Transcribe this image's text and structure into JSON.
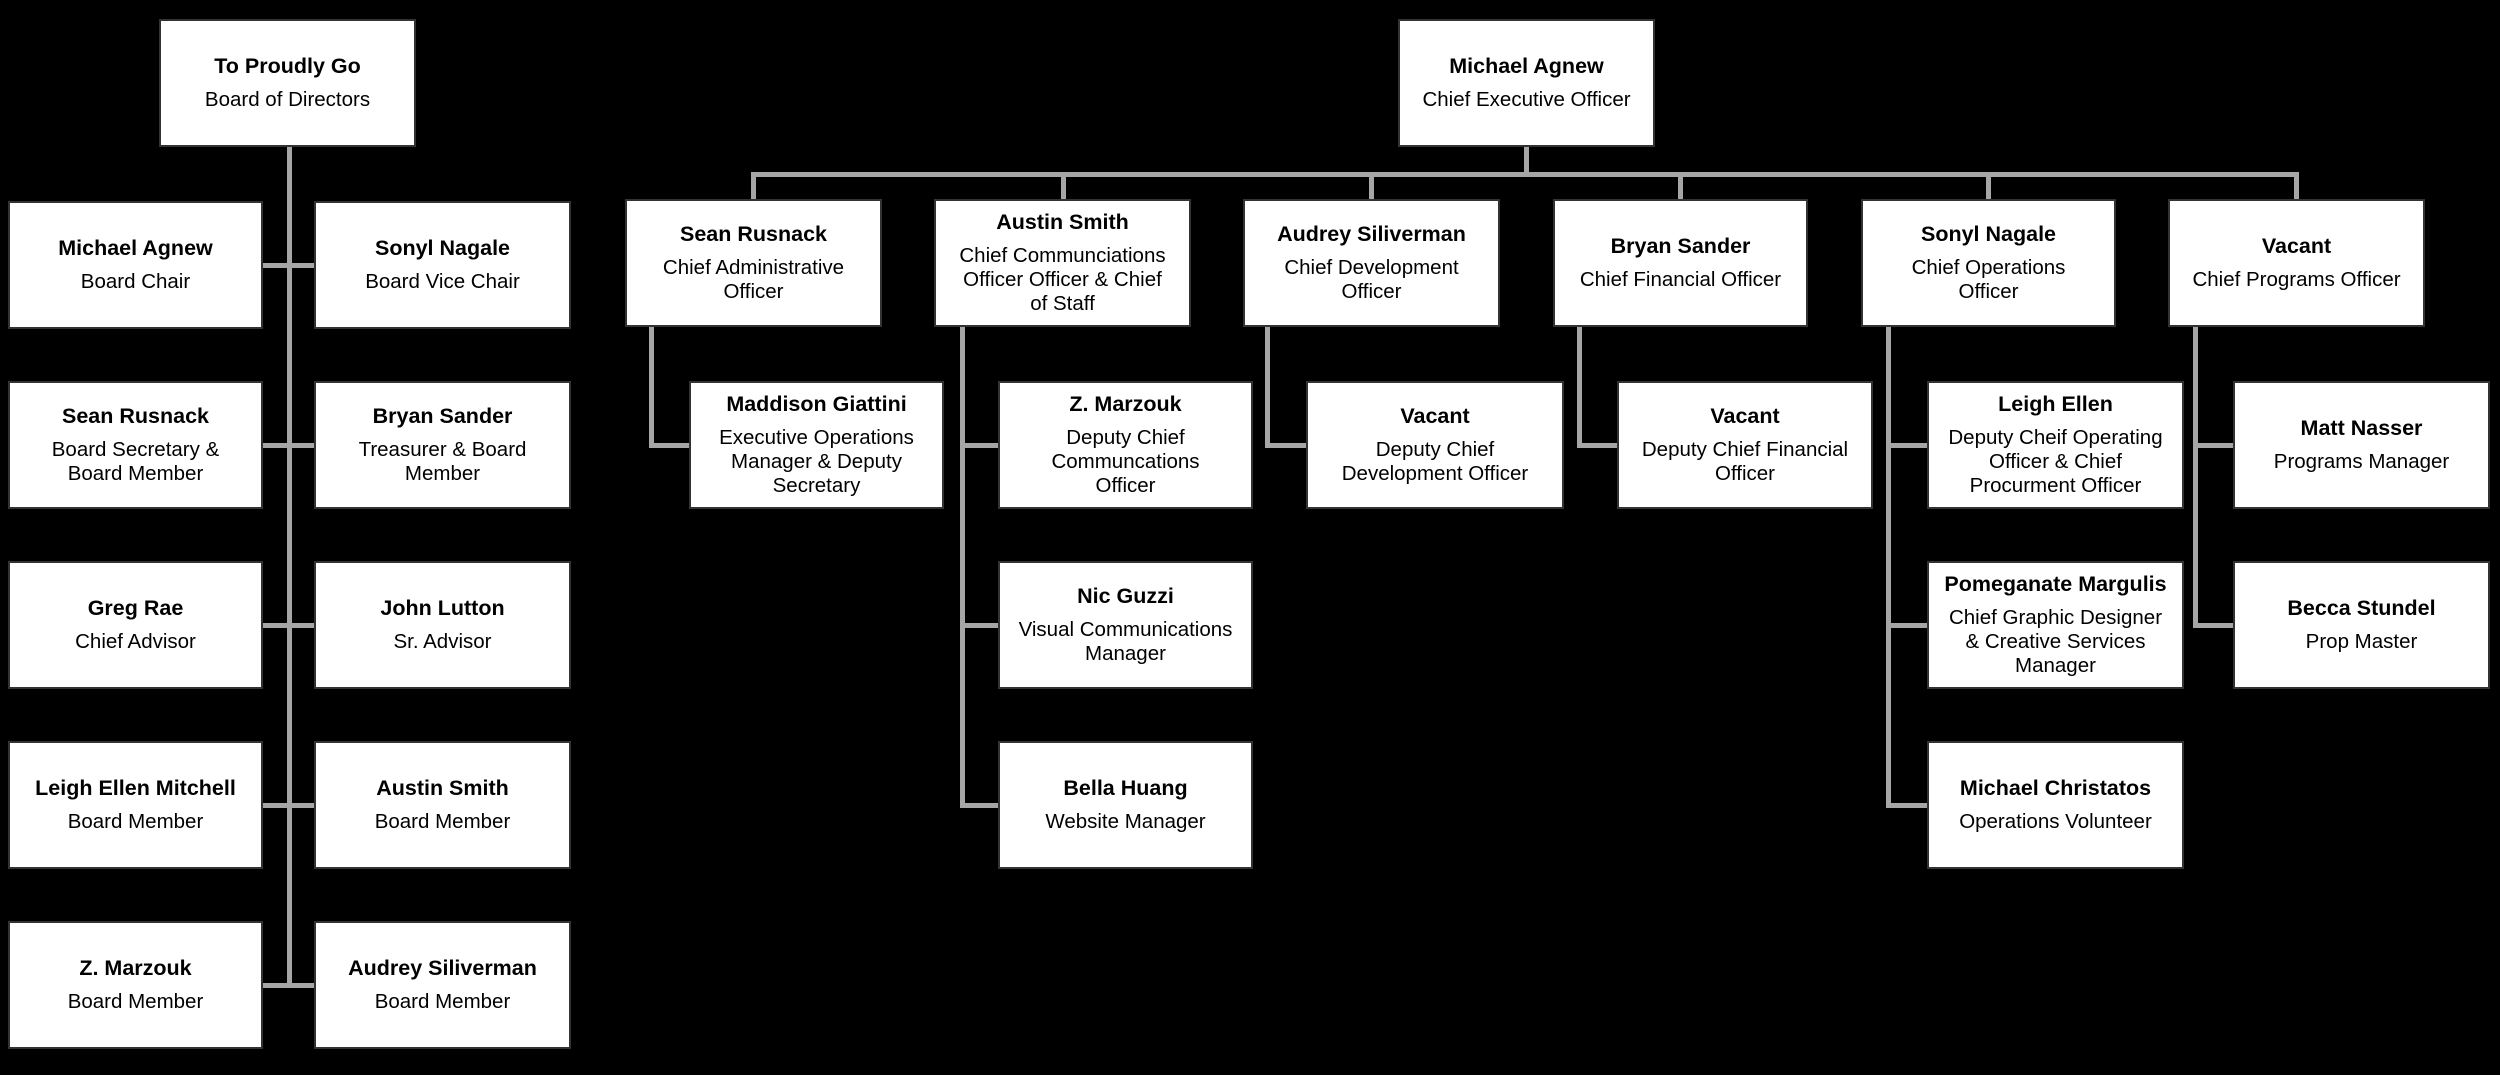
{
  "colors": {
    "canvas_bg": "#000000",
    "node_bg": "#ffffff",
    "node_border": "#333333",
    "connector": "#a6a6a6",
    "text": "#000000"
  },
  "nodes": {
    "board_root": {
      "name": "To Proudly Go",
      "title": "Board of Directors",
      "reports_to": null
    },
    "b_chair": {
      "name": "Michael Agnew",
      "title": "Board Chair",
      "reports_to": "board_root"
    },
    "b_vice": {
      "name": "Sonyl Nagale",
      "title": "Board Vice Chair",
      "reports_to": "board_root"
    },
    "b_sec": {
      "name": "Sean Rusnack",
      "title": "Board Secretary &\nBoard Member",
      "reports_to": "board_root"
    },
    "b_treas": {
      "name": "Bryan Sander",
      "title": "Treasurer & Board\nMember",
      "reports_to": "board_root"
    },
    "b_adv": {
      "name": "Greg Rae",
      "title": "Chief Advisor",
      "reports_to": "board_root"
    },
    "b_sradv": {
      "name": "John Lutton",
      "title": "Sr. Advisor",
      "reports_to": "board_root"
    },
    "b_lem": {
      "name": "Leigh Ellen Mitchell",
      "title": "Board Member",
      "reports_to": "board_root"
    },
    "b_austin": {
      "name": "Austin Smith",
      "title": "Board Member",
      "reports_to": "board_root"
    },
    "b_marzouk": {
      "name": "Z. Marzouk",
      "title": "Board Member",
      "reports_to": "board_root"
    },
    "b_audrey": {
      "name": "Audrey Siliverman",
      "title": "Board Member",
      "reports_to": "board_root"
    },
    "ceo": {
      "name": "Michael Agnew",
      "title": "Chief Executive Officer",
      "reports_to": null
    },
    "cao": {
      "name": "Sean Rusnack",
      "title": "Chief Administrative\nOfficer",
      "reports_to": "ceo"
    },
    "cco": {
      "name": "Austin Smith",
      "title": "Chief Communciations\nOfficer Officer & Chief\nof Staff",
      "reports_to": "ceo"
    },
    "cdo": {
      "name": "Audrey Siliverman",
      "title": "Chief Development\nOfficer",
      "reports_to": "ceo"
    },
    "cfo": {
      "name": "Bryan Sander",
      "title": "Chief Financial Officer",
      "reports_to": "ceo"
    },
    "coo": {
      "name": "Sonyl Nagale",
      "title": "Chief Operations\nOfficer",
      "reports_to": "ceo"
    },
    "cpo": {
      "name": "Vacant",
      "title": "Chief Programs Officer",
      "reports_to": "ceo"
    },
    "cao_1": {
      "name": "Maddison Giattini",
      "title": "Executive Operations\nManager & Deputy\nSecretary",
      "reports_to": "cao"
    },
    "cco_1": {
      "name": "Z. Marzouk",
      "title": "Deputy Chief\nCommuncations\nOfficer",
      "reports_to": "cco"
    },
    "cco_2": {
      "name": "Nic Guzzi",
      "title": "Visual Communications\nManager",
      "reports_to": "cco"
    },
    "cco_3": {
      "name": "Bella Huang",
      "title": "Website Manager",
      "reports_to": "cco"
    },
    "cdo_1": {
      "name": "Vacant",
      "title": "Deputy Chief\nDevelopment Officer",
      "reports_to": "cdo"
    },
    "cfo_1": {
      "name": "Vacant",
      "title": "Deputy Chief Financial\nOfficer",
      "reports_to": "cfo"
    },
    "coo_1": {
      "name": "Leigh Ellen",
      "title": "Deputy Cheif Operating\nOfficer & Chief\nProcurment Officer",
      "reports_to": "coo"
    },
    "coo_2": {
      "name": "Pomeganate Margulis",
      "title": "Chief Graphic Designer\n& Creative Services\nManager",
      "reports_to": "coo"
    },
    "coo_3": {
      "name": "Michael Christatos",
      "title": "Operations Volunteer",
      "reports_to": "coo"
    },
    "cpo_1": {
      "name": "Matt Nasser",
      "title": "Programs Manager",
      "reports_to": "cpo"
    },
    "cpo_2": {
      "name": "Becca Stundel",
      "title": "Prop Master",
      "reports_to": "cpo"
    }
  }
}
